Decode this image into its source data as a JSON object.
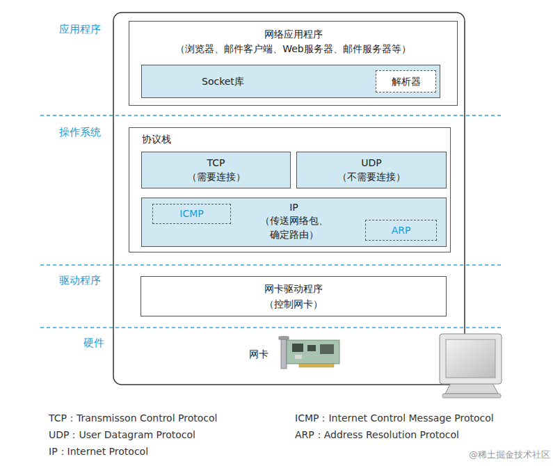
{
  "diagram": {
    "nodes": [
      {
        "text": [
          "网络应用程序",
          "（浏览器、邮件客户端、Web服务器、邮件服务器等）"
        ]
      },
      {
        "text": [
          "Socket库"
        ],
        "in": 0
      },
      {
        "text": [
          "解析器"
        ],
        "in": 1
      },
      {
        "text": [
          "协议栈"
        ]
      },
      {
        "text": [
          "TCP",
          "（需要连接）"
        ],
        "in": 3
      },
      {
        "text": [
          "UDP",
          "（不需要连接）"
        ],
        "in": 3
      },
      {
        "text": [
          "IP",
          "（传送网络包、 确定路由）"
        ],
        "in": 3
      },
      {
        "text": [
          "ICMP"
        ],
        "in": 6
      },
      {
        "text": [
          "ARP"
        ],
        "in": 6
      },
      {
        "text": [
          "网卡驱动程序",
          "（控制网卡）"
        ]
      }
    ],
    "labels": [
      "应用程序",
      "操作系统",
      "驱动程序",
      "硬件",
      "网卡",
      "TCP：Transmisson Control Protocol",
      "UDP：User Datagram Protocol",
      "IP：Internet Protocol",
      "ICMP：Internet Control Message Protocol",
      "ARP：Address Resolution Protocol",
      "@稀土掘金技术社区"
    ]
  }
}
